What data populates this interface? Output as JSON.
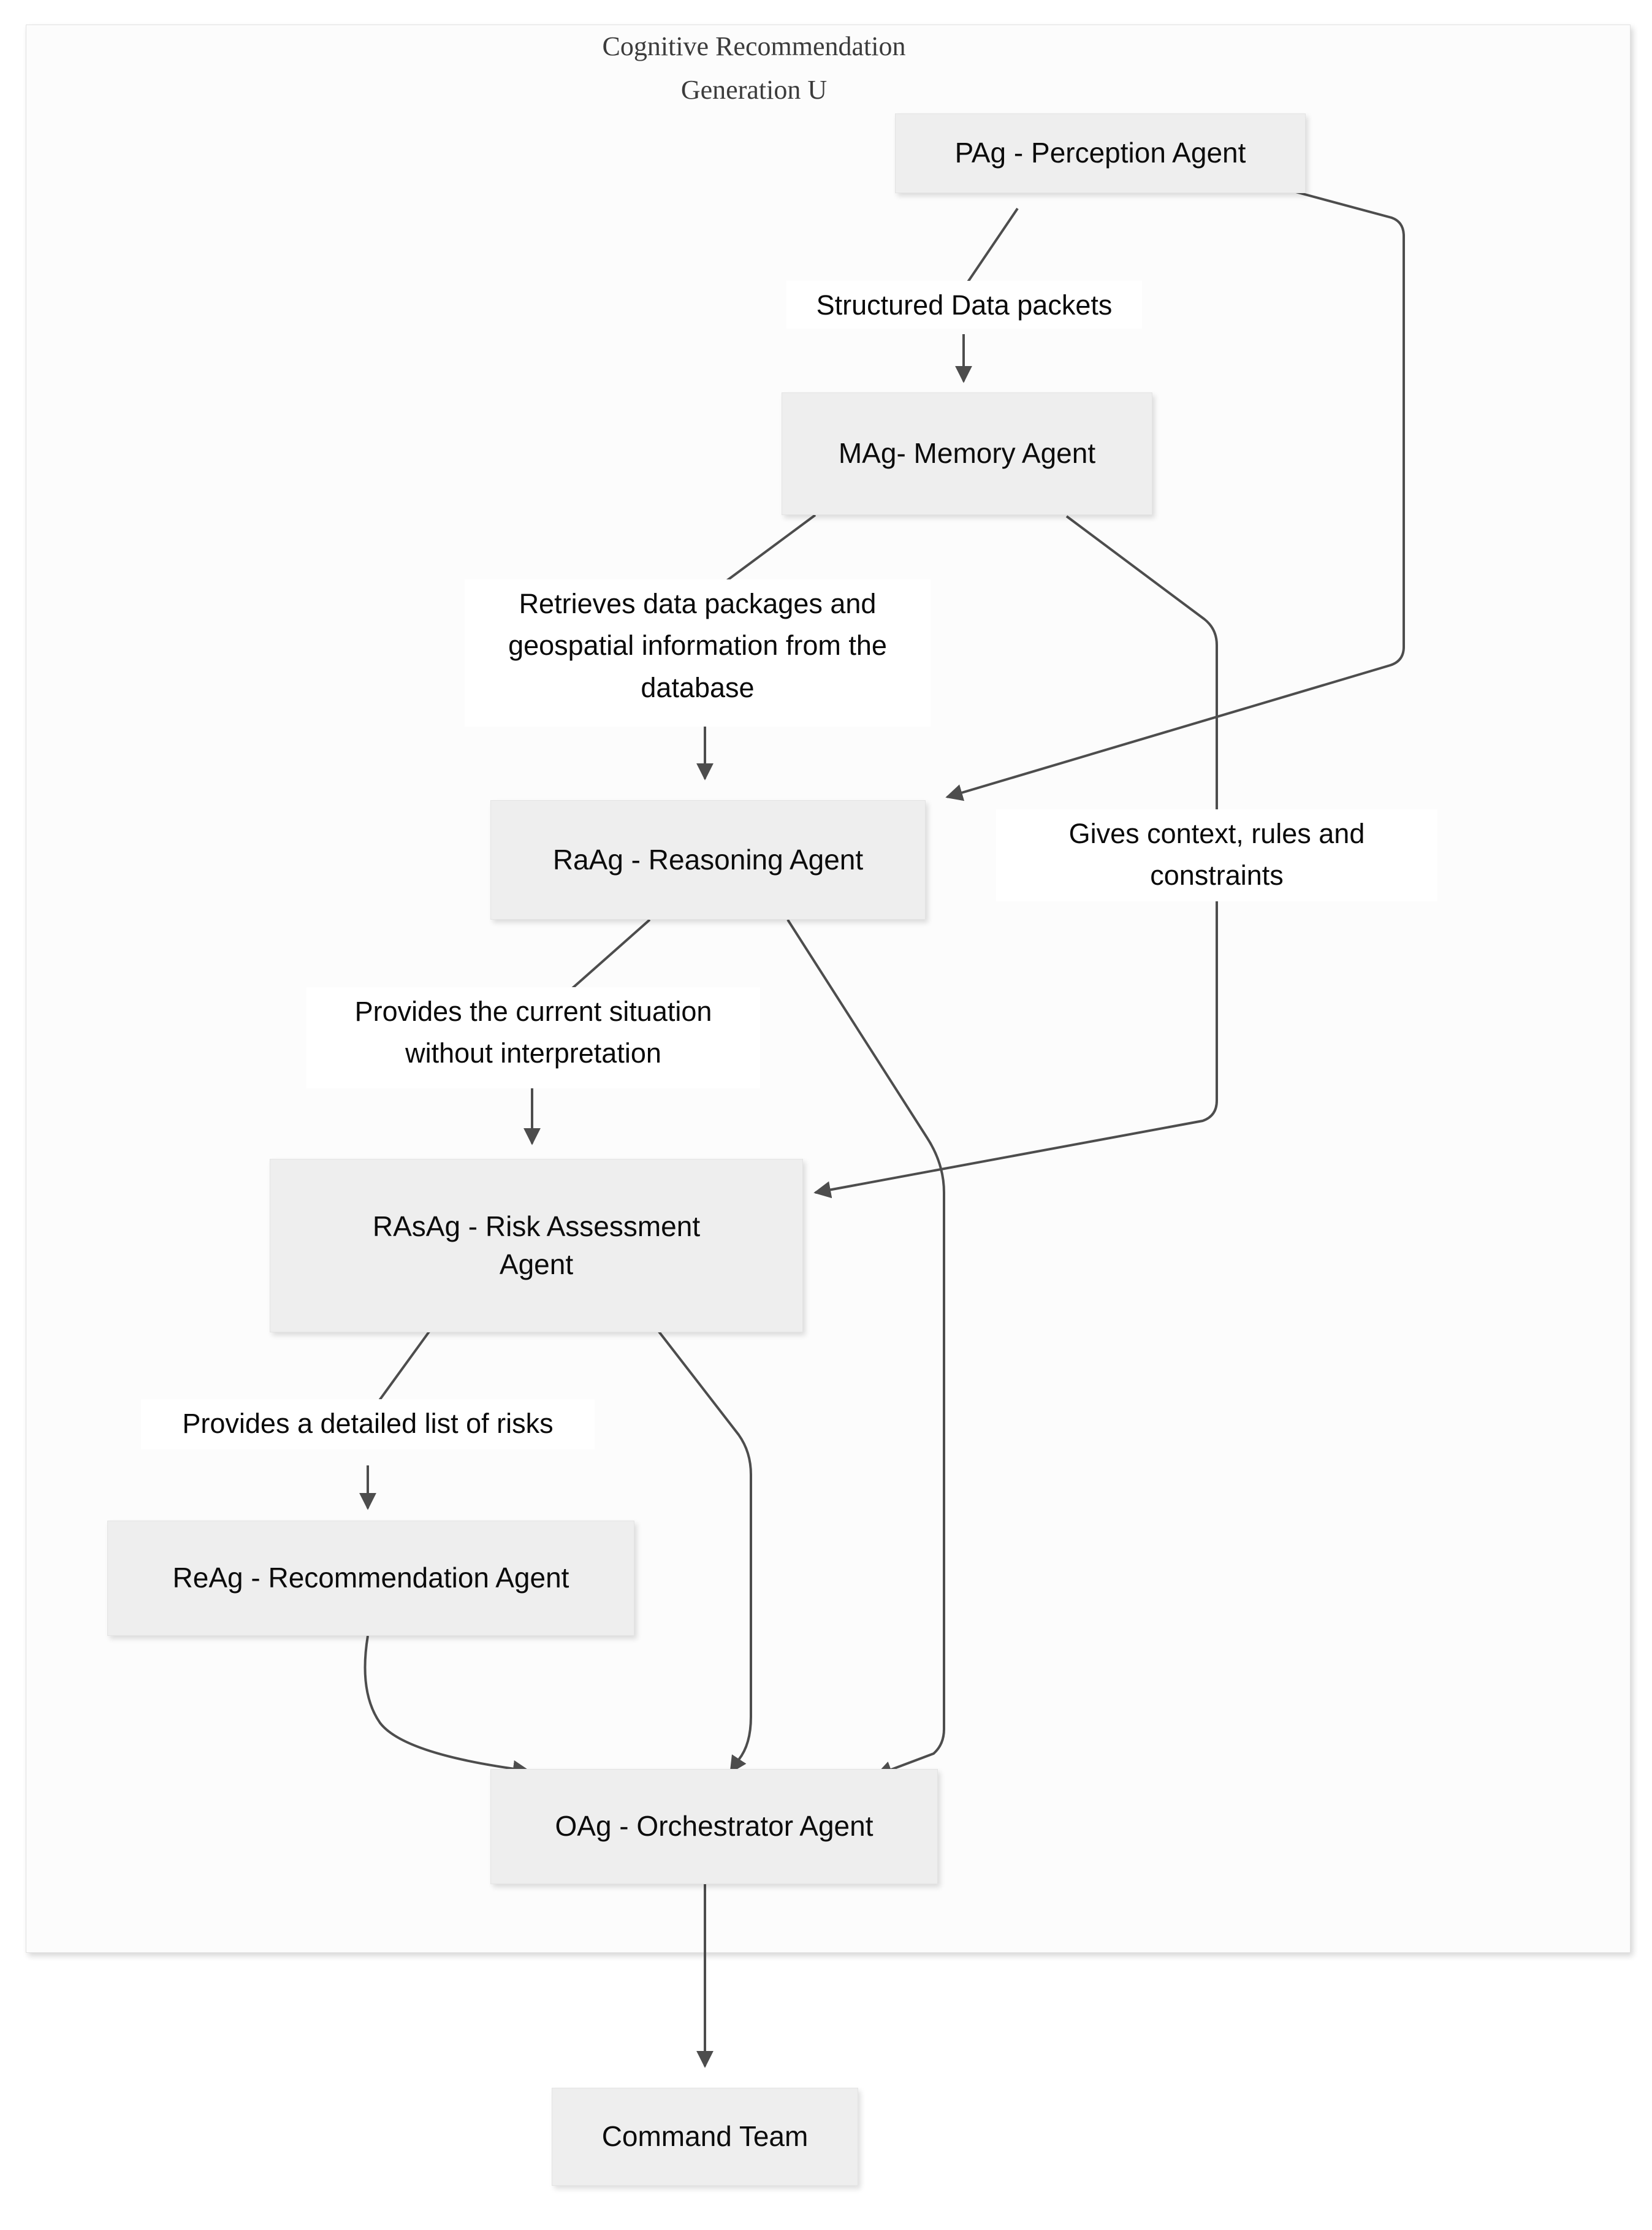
{
  "diagram": {
    "title": "Cognitive Recommendation\nGeneration U",
    "type": "flowchart",
    "node_fill": "#eeeeee",
    "node_border": "#e3e3e3",
    "edge_color": "#4d4d4d",
    "background": "#fcfcfc",
    "nodes": [
      {
        "id": "pag",
        "label": "PAg - Perception Agent"
      },
      {
        "id": "mag",
        "label": "MAg- Memory Agent"
      },
      {
        "id": "raag",
        "label": "RaAg - Reasoning Agent"
      },
      {
        "id": "rasag",
        "label": "RAsAg - Risk Assessment Agent"
      },
      {
        "id": "reag",
        "label": "ReAg - Recommendation Agent"
      },
      {
        "id": "oag",
        "label": "OAg - Orchestrator Agent"
      },
      {
        "id": "cmd",
        "label": "Command Team"
      }
    ],
    "edges": [
      {
        "id": "e1",
        "from": "pag",
        "to": "mag",
        "label": "Structured Data packets"
      },
      {
        "id": "e2",
        "from": "pag",
        "to": "raag",
        "label": "Gives context, rules and\nconstraints"
      },
      {
        "id": "e3",
        "from": "mag",
        "to": "raag",
        "label": "Retrieves data packages and\ngeospatial information from the\ndatabase"
      },
      {
        "id": "e4",
        "from": "mag",
        "to": "rasag",
        "label": ""
      },
      {
        "id": "e5",
        "from": "raag",
        "to": "rasag",
        "label": "Provides the current situation\nwithout interpretation"
      },
      {
        "id": "e6",
        "from": "raag",
        "to": "oag",
        "label": ""
      },
      {
        "id": "e7",
        "from": "rasag",
        "to": "reag",
        "label": "Provides a detailed list of risks"
      },
      {
        "id": "e8",
        "from": "rasag",
        "to": "oag",
        "label": ""
      },
      {
        "id": "e9",
        "from": "reag",
        "to": "oag",
        "label": ""
      },
      {
        "id": "e10",
        "from": "oag",
        "to": "cmd",
        "label": ""
      }
    ]
  }
}
